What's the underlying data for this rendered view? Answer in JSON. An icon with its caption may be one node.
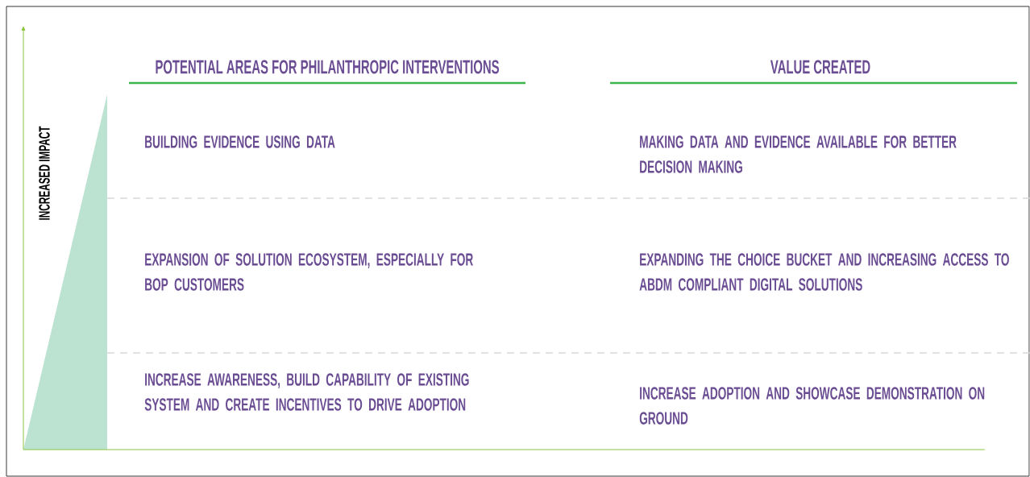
{
  "diagram": {
    "labels": [
      "POTENTIAL AREAS FOR PHILANTHROPIC INTERVENTIONS",
      "VALUE CREATED",
      "INCREASED IMPACT",
      "BUILDING EVIDENCE USING DATA",
      "MAKING DATA AND EVIDENCE AVAILABLE FOR BETTER DECISION MAKING",
      "EXPANSION OF SOLUTION ECOSYSTEM, ESPECIALLY FOR BOP CUSTOMERS",
      "EXPANDING THE CHOICE BUCKET AND INCREASING ACCESS TO ABDM COMPLIANT DIGITAL SOLUTIONS",
      "INCREASE AWARENESS, BUILD CAPABILITY OF EXISTING SYSTEM AND CREATE INCENTIVES TO DRIVE ADOPTION",
      "INCREASE ADOPTION AND SHOWCASE DEMONSTRATION ON GROUND"
    ]
  }
}
